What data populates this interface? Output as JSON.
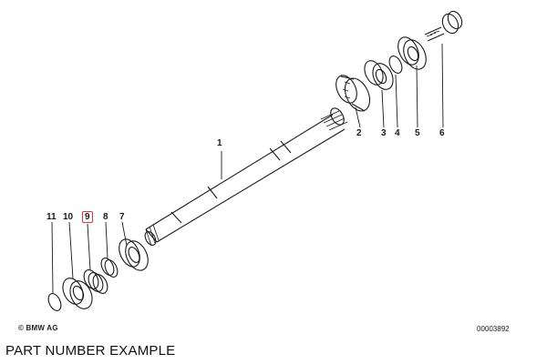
{
  "callouts": [
    {
      "number": "1"
    },
    {
      "number": "2"
    },
    {
      "number": "3"
    },
    {
      "number": "4"
    },
    {
      "number": "5"
    },
    {
      "number": "6"
    },
    {
      "number": "7"
    },
    {
      "number": "8"
    },
    {
      "number": "9",
      "highlighted": true,
      "highlight_color": "#d9344a"
    },
    {
      "number": "10"
    },
    {
      "number": "11"
    }
  ],
  "copyright": "© BMW AG",
  "part_code": "00003892",
  "caption": "PART NUMBER EXAMPLE"
}
